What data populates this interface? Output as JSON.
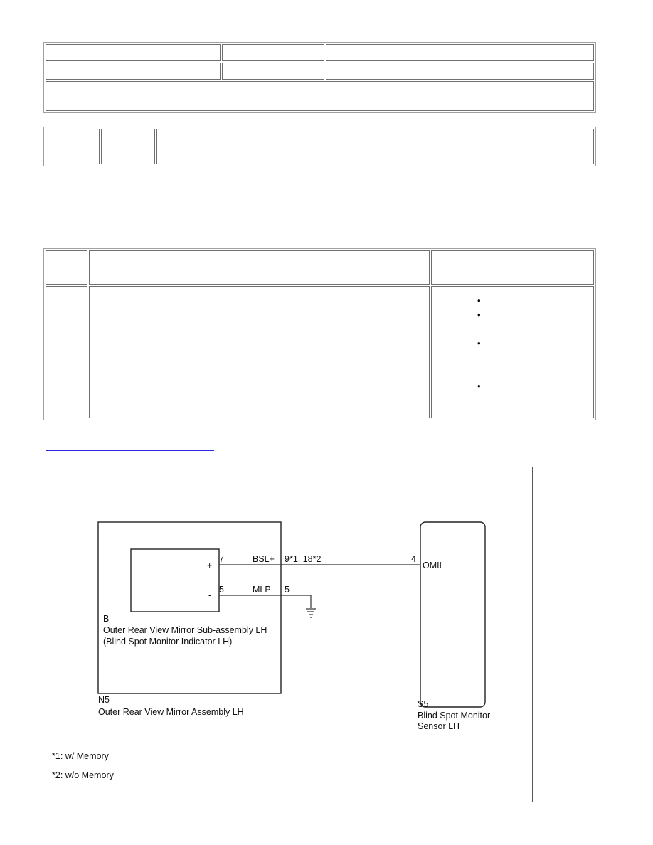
{
  "header_table": {
    "row1": [
      "",
      "",
      ""
    ],
    "row2": [
      "",
      "",
      ""
    ],
    "row3": [
      ""
    ]
  },
  "info_table": {
    "cells": [
      "",
      "",
      ""
    ]
  },
  "link1": "",
  "main_table": {
    "headers": [
      "",
      "",
      ""
    ],
    "row": {
      "col1": "",
      "col2": "",
      "bullets": [
        "",
        "",
        "",
        ""
      ]
    }
  },
  "link2": "",
  "wiring_diagram": {
    "mirror": {
      "connector": "N5",
      "name": "Outer Rear View Mirror Assembly LH",
      "sub_connector": "B",
      "sub_name": "Outer Rear View Mirror Sub-assembly LH",
      "sub_detail": "(Blind Spot Monitor Indicator LH)",
      "plus_symbol": "+",
      "minus_symbol": "-"
    },
    "wires": [
      {
        "pin": "7",
        "signal": "BSL+",
        "junction": "9*1, 18*2"
      },
      {
        "pin": "5",
        "signal": "MLP-",
        "junction": "5"
      }
    ],
    "sensor": {
      "connector": "S5",
      "name_line1": "Blind Spot Monitor",
      "name_line2": "Sensor LH",
      "pin": "4",
      "terminal": "OMIL"
    },
    "notes": [
      "*1: w/ Memory",
      "*2: w/o Memory"
    ],
    "colors": {
      "line": "#333333",
      "box": "#222222"
    }
  }
}
